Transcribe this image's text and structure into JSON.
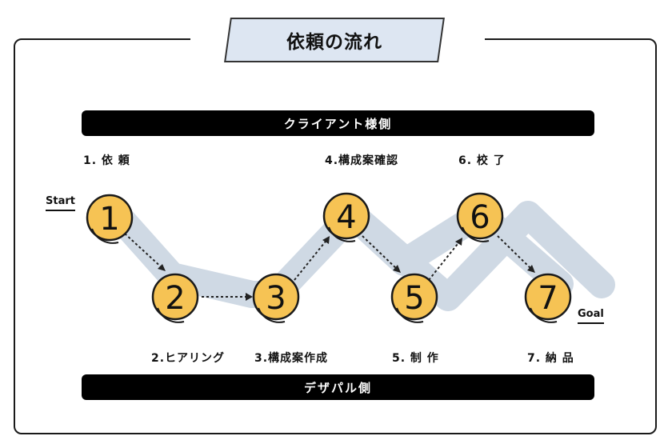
{
  "title": "依頼の流れ",
  "client_bar": "クライアント様側",
  "designer_bar": "デザパル側",
  "start_label": "Start",
  "goal_label": "Goal",
  "steps": [
    {
      "number": "1",
      "label": "1. 依 頼"
    },
    {
      "number": "2",
      "label": "2.ヒアリング"
    },
    {
      "number": "3",
      "label": "3.構成案作成"
    },
    {
      "number": "4",
      "label": "4.構成案確認"
    },
    {
      "number": "5",
      "label": "5. 制 作"
    },
    {
      "number": "6",
      "label": "6. 校 了"
    },
    {
      "number": "7",
      "label": "7. 納 品"
    }
  ],
  "colors": {
    "coin": "#f6c354",
    "path": "#cfd9e4",
    "title_fill": "#dde6f2",
    "bar": "#000000"
  }
}
